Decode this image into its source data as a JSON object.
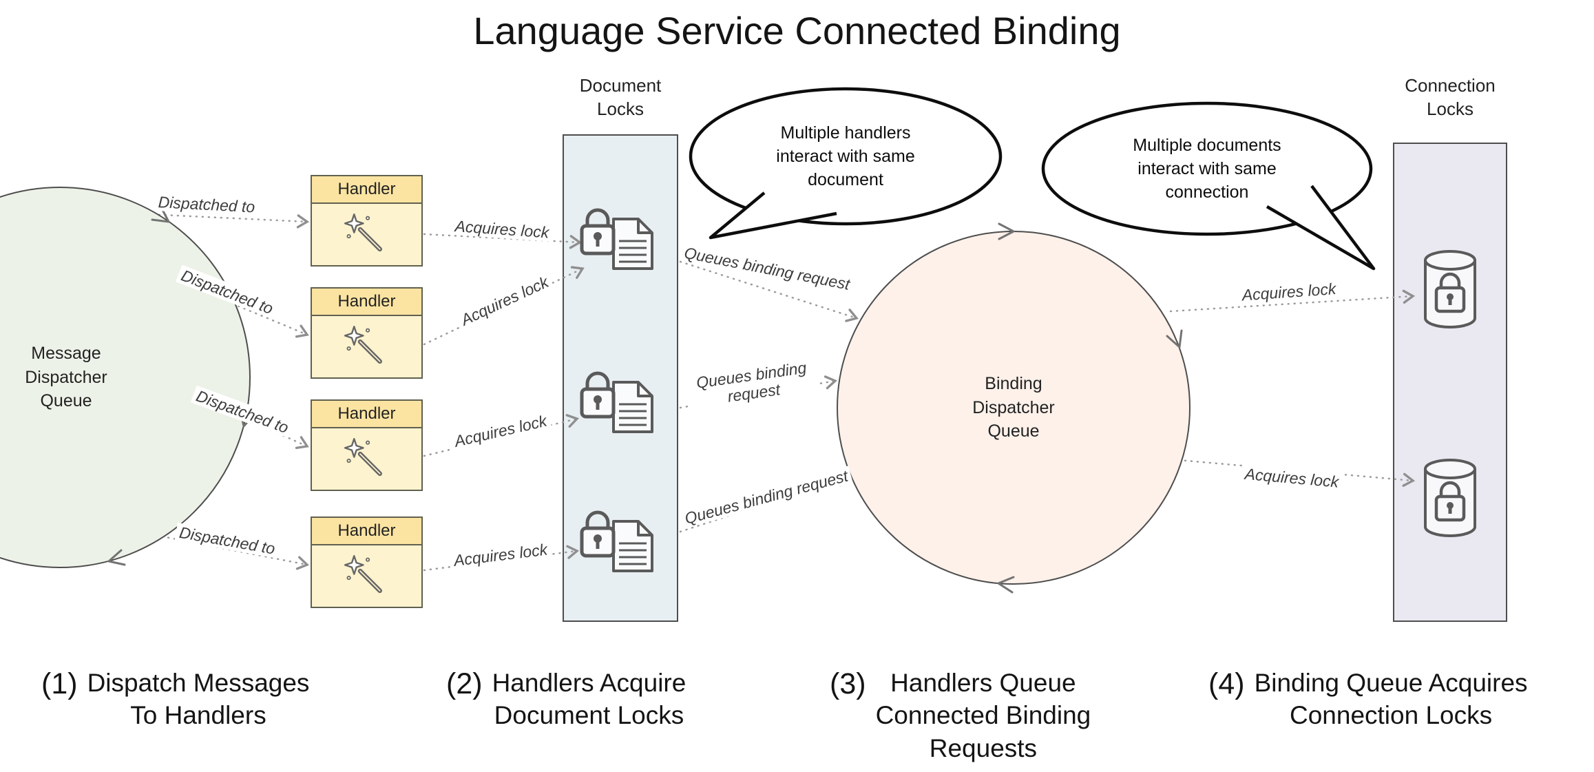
{
  "title": "Language Service Connected Binding",
  "nodes": {
    "message_queue_label": "Message\nDispatcher\nQueue",
    "binding_queue_label": "Binding\nDispatcher\nQueue",
    "handler_label": "Handler",
    "document_locks_label": "Document\nLocks",
    "connection_locks_label": "Connection\nLocks"
  },
  "callouts": {
    "handlers": "Multiple handlers\ninteract with same\ndocument",
    "documents": "Multiple documents\ninteract with same\nconnection"
  },
  "edge_labels": {
    "dispatched_to": "Dispatched to",
    "acquires_lock": "Acquires lock",
    "queues_binding_request": "Queues binding request"
  },
  "captions": [
    {
      "number": "(1)",
      "text": "Dispatch Messages\nTo Handlers"
    },
    {
      "number": "(2)",
      "text": "Handlers Acquire\nDocument Locks"
    },
    {
      "number": "(3)",
      "text": "Handlers Queue\nConnected Binding\nRequests"
    },
    {
      "number": "(4)",
      "text": "Binding Queue Acquires\nConnection Locks"
    }
  ],
  "colors": {
    "message_queue_fill": "#edf2e8",
    "binding_queue_fill": "#fdf1ea",
    "handler_header_fill": "#fbe4a2",
    "handler_body_fill": "#fdf3cf",
    "document_locks_fill": "#e8eff3",
    "connection_locks_fill": "#eae9f2",
    "outline": "#4d4d4d",
    "arrow": "#999999",
    "callout_outline": "#0d0d0d"
  }
}
